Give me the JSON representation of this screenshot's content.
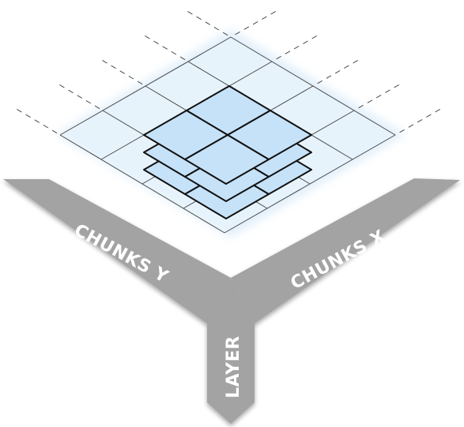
{
  "axes": {
    "chunks_y": "CHUNKS Y",
    "chunks_x": "CHUNKS X",
    "layer": "LAYER"
  },
  "grid": {
    "background_columns": 4,
    "background_rows": 4,
    "stack_columns": 2,
    "stack_rows": 2,
    "stack_layers": 3
  },
  "colors": {
    "arrow_fill": "#a3a3a3",
    "arrow_text": "#ffffff",
    "grid_fill": "#e8f3fc",
    "grid_line": "#4a4a4a",
    "tile_fill": "#c6e2f8",
    "tile_stroke": "#111111",
    "glow": "#cfe5f7"
  }
}
